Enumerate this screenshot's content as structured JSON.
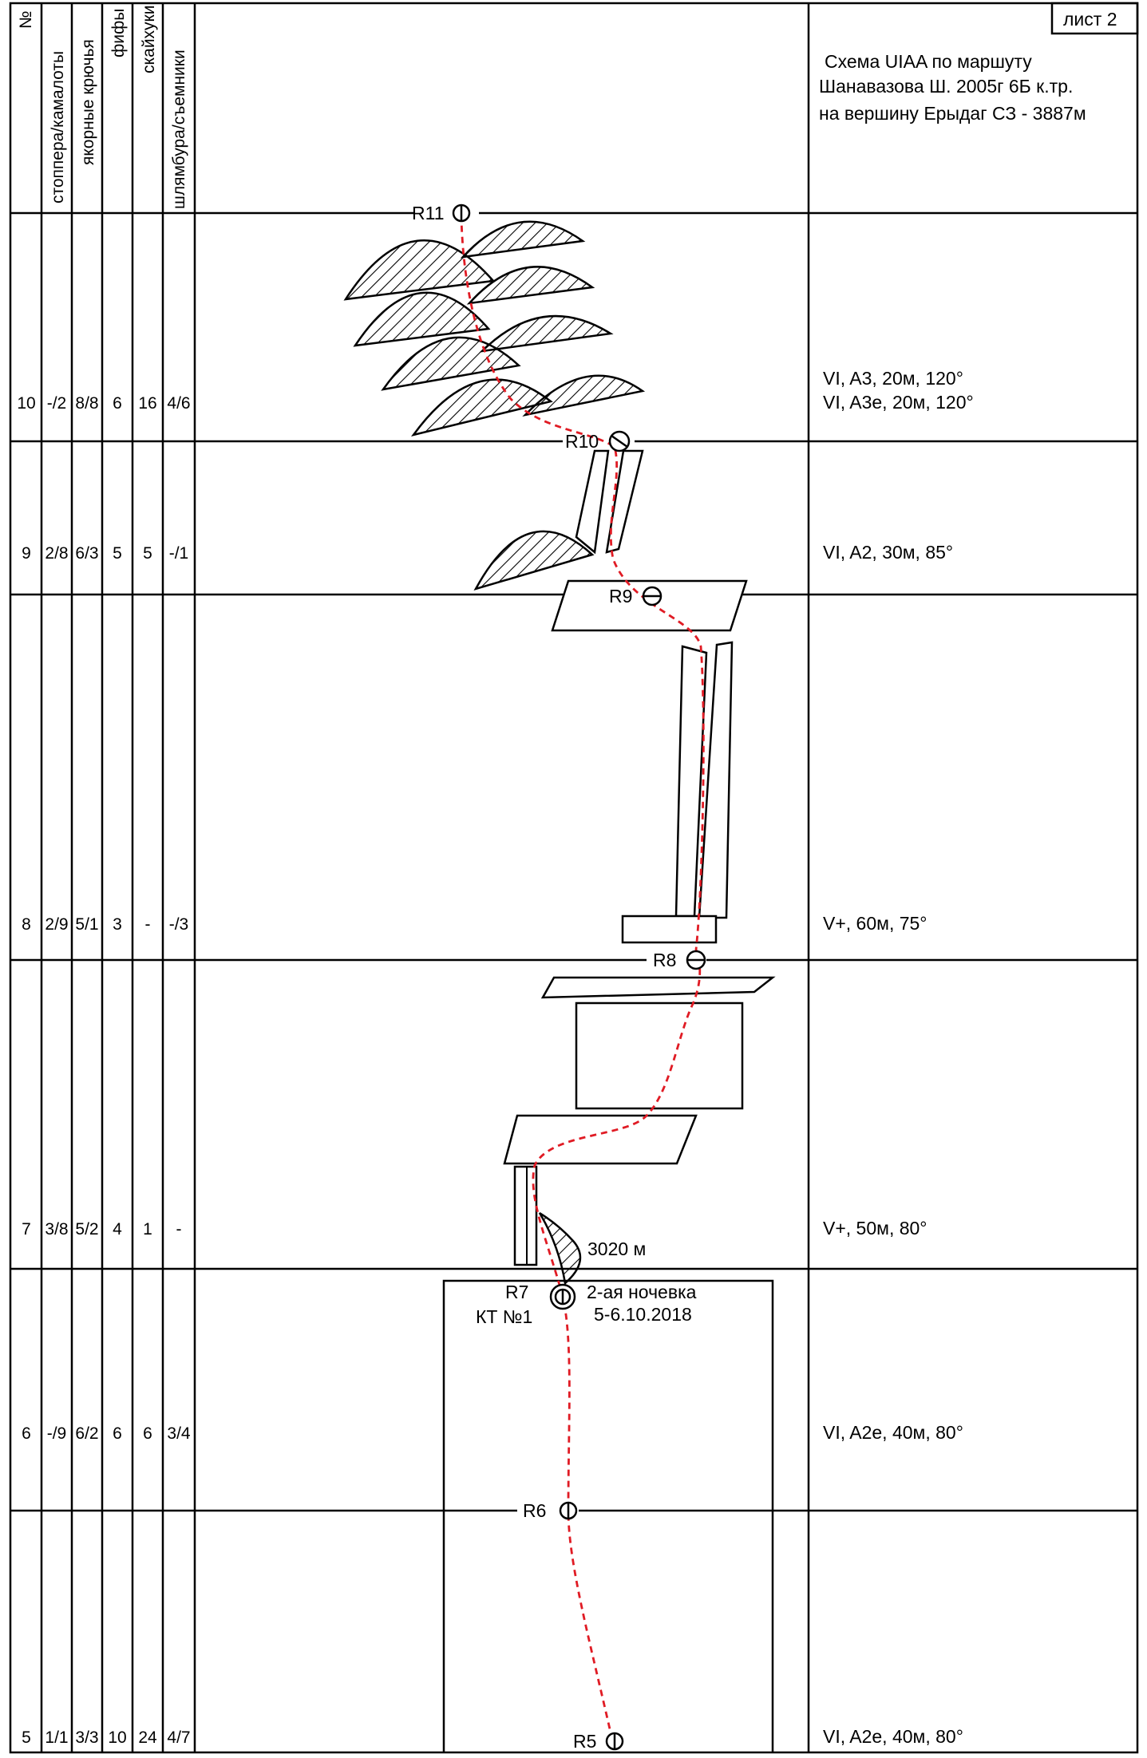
{
  "sheet_label": "лист 2",
  "title_lines": [
    "Схема UIAA по маршуту",
    "Шанавазова Ш. 2005г 6Б к.тр.",
    "на вершину Ерыдаг СЗ - 3887м"
  ],
  "columns": {
    "number": "№",
    "stoppers": "стоппера/камалоты",
    "anchors": "якорные крючья",
    "fifi": "фифы",
    "skyhooks": "скайхуки",
    "bolts": "шлямбура/съемники"
  },
  "pitches": [
    {
      "no": "10",
      "stoppers": "-/2",
      "anchors": "8/8",
      "fifi": "6",
      "skyhooks": "16",
      "bolts": "4/6",
      "grade_lines": [
        "VI, A3, 20м, 120°",
        "VI, A3e, 20м, 120°"
      ]
    },
    {
      "no": "9",
      "stoppers": "2/8",
      "anchors": "6/3",
      "fifi": "5",
      "skyhooks": "5",
      "bolts": "-/1",
      "grade_lines": [
        "VI, A2, 30м, 85°"
      ]
    },
    {
      "no": "8",
      "stoppers": "2/9",
      "anchors": "5/1",
      "fifi": "3",
      "skyhooks": "-",
      "bolts": "-/3",
      "grade_lines": [
        "V+, 60м, 75°"
      ]
    },
    {
      "no": "7",
      "stoppers": "3/8",
      "anchors": "5/2",
      "fifi": "4",
      "skyhooks": "1",
      "bolts": "-",
      "grade_lines": [
        "V+, 50м, 80°"
      ]
    },
    {
      "no": "6",
      "stoppers": "-/9",
      "anchors": "6/2",
      "fifi": "6",
      "skyhooks": "6",
      "bolts": "3/4",
      "grade_lines": [
        "VI, A2e, 40м, 80°"
      ]
    },
    {
      "no": "5",
      "stoppers": "1/1",
      "anchors": "3/3",
      "fifi": "10",
      "skyhooks": "24",
      "bolts": "4/7",
      "grade_lines": [
        "VI, A2e, 40м, 80°"
      ]
    }
  ],
  "belays": {
    "r11": "R11",
    "r10": "R10",
    "r9": "R9",
    "r8": "R8",
    "r7": "R7",
    "r6": "R6",
    "r5": "R5"
  },
  "annotations": {
    "checkpoint": "КТ №1",
    "altitude": "3020 м",
    "bivouac_title": "2-ая ночевка",
    "bivouac_dates": "5-6.10.2018"
  },
  "colors": {
    "line": "#000000",
    "route": "#e01b24",
    "background": "#ffffff"
  }
}
